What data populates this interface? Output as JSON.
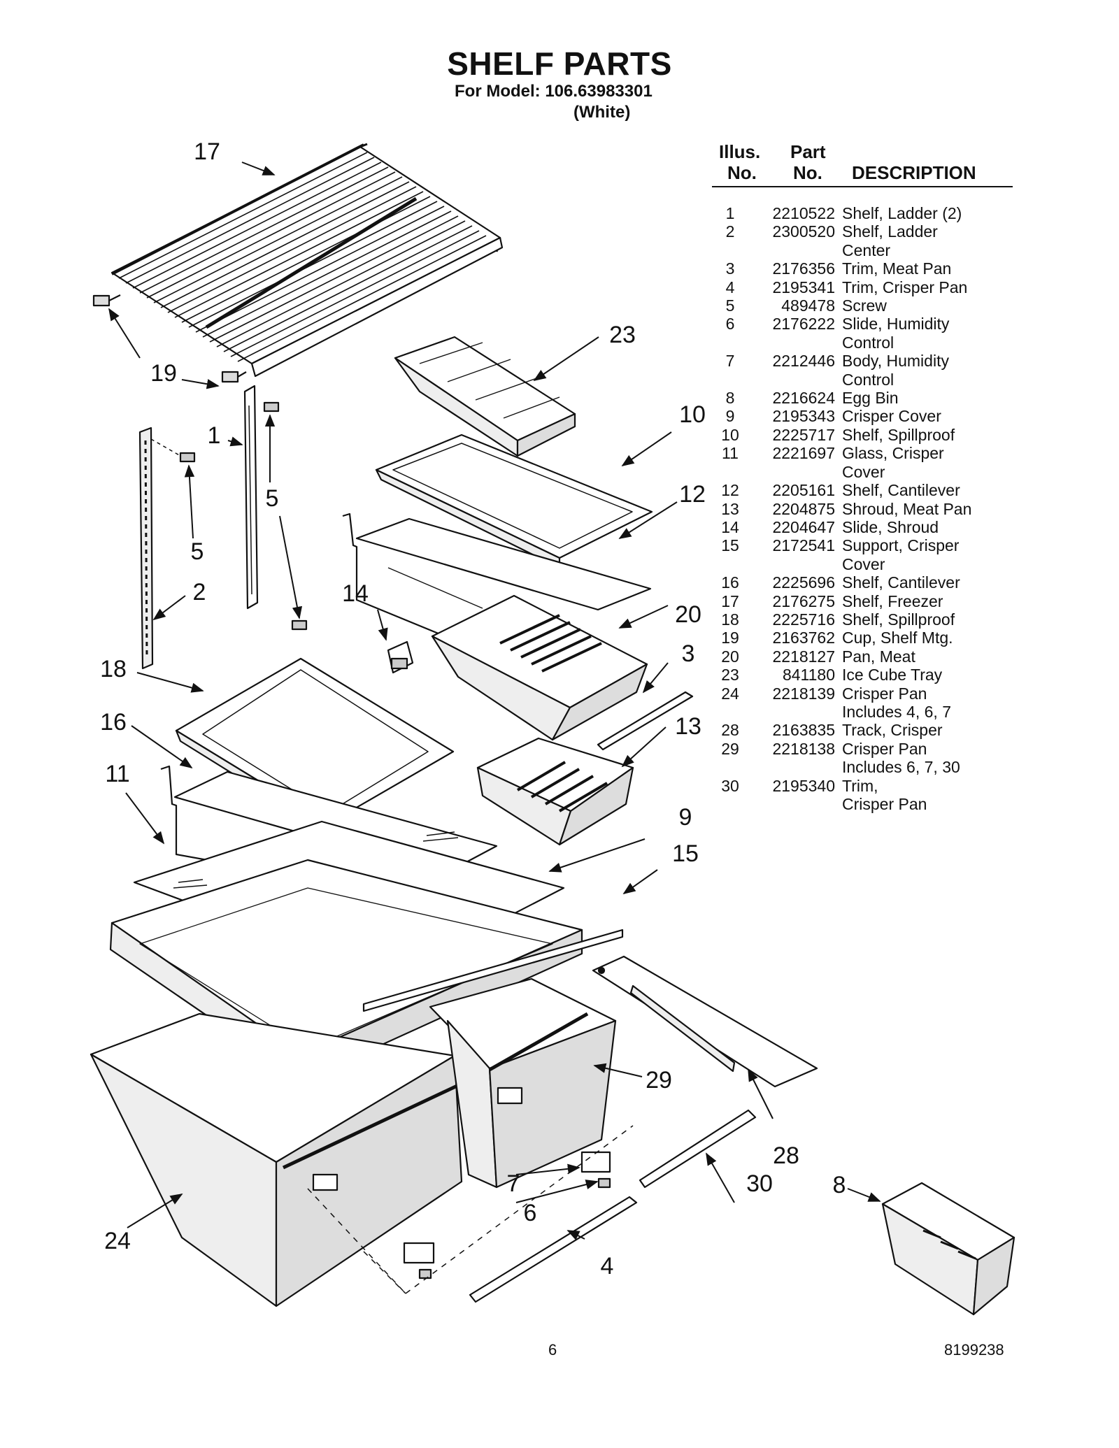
{
  "title": "SHELF PARTS",
  "model_line": "For Model: 106.63983301",
  "model_color": "(White)",
  "table_headers": {
    "illus_1": "Illus.",
    "illus_2": "No.",
    "part_1": "Part",
    "part_2": "No.",
    "description": "DESCRIPTION"
  },
  "parts": [
    {
      "illus": "1",
      "part": "2210522",
      "desc": [
        "Shelf, Ladder (2)"
      ]
    },
    {
      "illus": "2",
      "part": "2300520",
      "desc": [
        "Shelf, Ladder",
        "Center"
      ]
    },
    {
      "illus": "3",
      "part": "2176356",
      "desc": [
        "Trim, Meat Pan"
      ]
    },
    {
      "illus": "4",
      "part": "2195341",
      "desc": [
        "Trim, Crisper Pan"
      ]
    },
    {
      "illus": "5",
      "part": "489478",
      "desc": [
        "Screw"
      ]
    },
    {
      "illus": "6",
      "part": "2176222",
      "desc": [
        "Slide, Humidity",
        "Control"
      ]
    },
    {
      "illus": "7",
      "part": "2212446",
      "desc": [
        "Body, Humidity",
        "Control"
      ]
    },
    {
      "illus": "8",
      "part": "2216624",
      "desc": [
        "Egg Bin"
      ]
    },
    {
      "illus": "9",
      "part": "2195343",
      "desc": [
        "Crisper Cover"
      ]
    },
    {
      "illus": "10",
      "part": "2225717",
      "desc": [
        "Shelf, Spillproof"
      ]
    },
    {
      "illus": "11",
      "part": "2221697",
      "desc": [
        "Glass, Crisper",
        "Cover"
      ]
    },
    {
      "illus": "12",
      "part": "2205161",
      "desc": [
        "Shelf, Cantilever"
      ]
    },
    {
      "illus": "13",
      "part": "2204875",
      "desc": [
        "Shroud, Meat Pan"
      ]
    },
    {
      "illus": "14",
      "part": "2204647",
      "desc": [
        "Slide, Shroud"
      ]
    },
    {
      "illus": "15",
      "part": "2172541",
      "desc": [
        "Support, Crisper",
        "Cover"
      ]
    },
    {
      "illus": "16",
      "part": "2225696",
      "desc": [
        "Shelf, Cantilever"
      ]
    },
    {
      "illus": "17",
      "part": "2176275",
      "desc": [
        "Shelf, Freezer"
      ]
    },
    {
      "illus": "18",
      "part": "2225716",
      "desc": [
        "Shelf, Spillproof"
      ]
    },
    {
      "illus": "19",
      "part": "2163762",
      "desc": [
        "Cup, Shelf Mtg."
      ]
    },
    {
      "illus": "20",
      "part": "2218127",
      "desc": [
        "Pan, Meat"
      ]
    },
    {
      "illus": "23",
      "part": "841180",
      "desc": [
        "Ice Cube Tray"
      ]
    },
    {
      "illus": "24",
      "part": "2218139",
      "desc": [
        "Crisper Pan",
        "Includes 4, 6, 7"
      ]
    },
    {
      "illus": "28",
      "part": "2163835",
      "desc": [
        "Track, Crisper"
      ]
    },
    {
      "illus": "29",
      "part": "2218138",
      "desc": [
        "Crisper Pan",
        "Includes 6, 7, 30"
      ]
    },
    {
      "illus": "30",
      "part": "2195340",
      "desc": [
        "Trim,",
        "Crisper Pan"
      ]
    }
  ],
  "callouts": [
    "17",
    "19",
    "1",
    "5",
    "5",
    "2",
    "18",
    "16",
    "11",
    "23",
    "10",
    "12",
    "14",
    "20",
    "3",
    "13",
    "9",
    "15",
    "29",
    "28",
    "30",
    "7",
    "6",
    "4",
    "24",
    "8"
  ],
  "page_number": "6",
  "document_number": "8199238"
}
